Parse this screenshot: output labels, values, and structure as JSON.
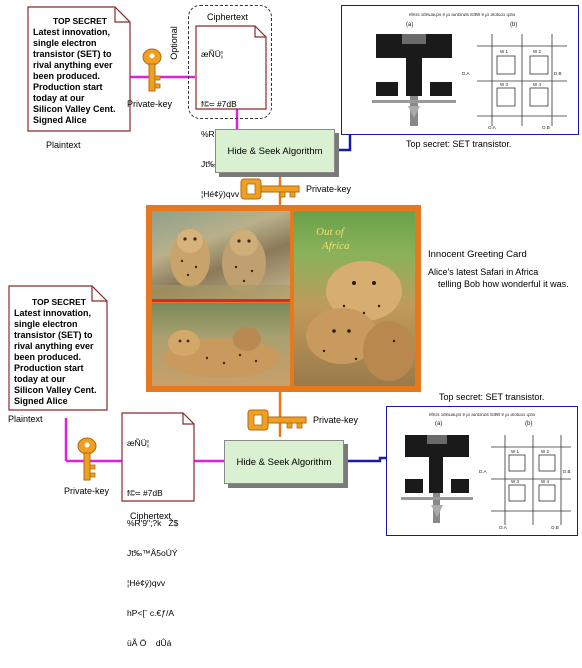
{
  "top_plaintext_doc": {
    "heading": "TOP SECRET",
    "lines": [
      "Latest innovation,",
      "single electron",
      "transistor  (SET)  to",
      "rival anything ever",
      "been produced.",
      "Production start",
      "today at  our",
      "Silicon Valley Cent.",
      "Signed Alice"
    ]
  },
  "bottom_plaintext_doc": {
    "heading": "TOP SECRET",
    "lines": [
      "Latest innovation,",
      "single electron",
      "transistor  (SET)  to",
      "rival anything ever",
      "been produced.",
      "Production start",
      "today at  our",
      "Silicon Valley Cent.",
      "Signed Alice"
    ]
  },
  "labels": {
    "plaintext_top": "Plaintext",
    "plaintext_bottom": "Plaintext",
    "ciphertext_top": "Ciphertext",
    "ciphertext_bottom": "Ciphertext",
    "optional": "Optional",
    "private_key_top_left": "Private-key",
    "private_key_mid": "Private-key",
    "private_key_low": "Private-key",
    "private_key_bottom_left": "Private-key",
    "algo_top": "Hide & Seek Algorithm",
    "algo_bottom": "Hide & Seek Algorithm",
    "set_caption_top": "Top secret:  SET transistor.",
    "set_caption_bottom": "Top secret:  SET transistor.",
    "card_title": "Innocent Greeting Card",
    "card_line1": "Alice's latest Safari in Africa",
    "card_line2": "telling Bob how wonderful it was.",
    "photo_overlay_1": "Out of",
    "photo_overlay_2": "Africa"
  },
  "ciphertext_lines": [
    "æÑÜ¦",
    "",
    "f©= #7dB",
    "%R'9\";?k   Ž$",
    "Jt‰™Å5oÚÝ",
    "¦Hé¢ÿ)qvv",
    "hP<[ˉ c.€ƒ/A",
    "üÃ Ö    dÛá"
  ],
  "set_figure": {
    "panel_a": "(a)",
    "panel_b": "(b)",
    "top_note": "ɐlɐɔs ɔıʇɐɯǝɥɔs ɐ ɟo ǝɹnʇɔnɹʇs SƎW ɐ ɟo ɹnoʇuoɔ ɥɔʇǝ",
    "gate_labels": [
      "W 1",
      "W 2",
      "W 3",
      "W 4"
    ],
    "node_labels": [
      "D.A",
      "D.B",
      "O.A",
      "O.B"
    ]
  },
  "colors": {
    "wire_magenta": "#e020e0",
    "wire_blue": "#1a1aa8",
    "wire_orange": "#e8781e",
    "algo_fill": "#d9f1d0",
    "key_gold": "#f0a020",
    "doc_border": "#8b2a2a"
  }
}
